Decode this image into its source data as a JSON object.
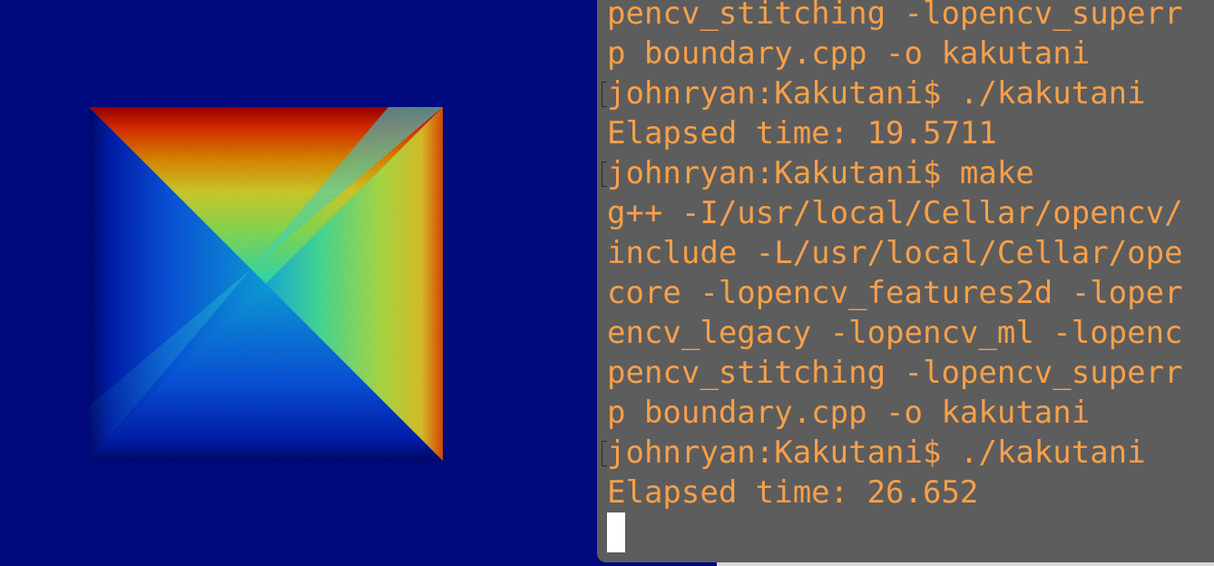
{
  "terminal": {
    "lines": [
      "pencv_stitching -lopencv_superr",
      "p boundary.cpp -o kakutani",
      "johnryan:Kakutani$ ./kakutani",
      "Elapsed time: 19.5711",
      "johnryan:Kakutani$ make",
      "g++ -I/usr/local/Cellar/opencv/",
      "include -L/usr/local/Cellar/ope",
      "core -lopencv_features2d -loper",
      "encv_legacy -lopencv_ml -lopenc",
      "pencv_stitching -lopencv_superr",
      "p boundary.cpp -o kakutani",
      "johnryan:Kakutani$ ./kakutani",
      "Elapsed time: 26.652"
    ],
    "text_color": "#f5a04b",
    "background": "#5d5d5d"
  },
  "image_window": {
    "background": "#000a7c"
  }
}
